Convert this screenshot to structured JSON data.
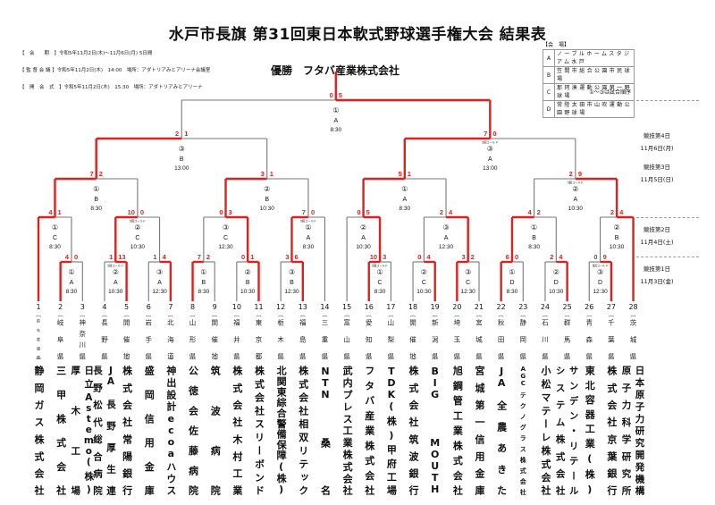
{
  "header": {
    "title": "水戸市長旗 第31回東日本軟式野球選手権大会 結果表",
    "info": [
      "【　会　　期　】令和5年11月2日(木)～11月6日(月) 5日間",
      "【 監 督 会 議 】令和5年11月2日(木)　14:00　場所：アダトリアみとアリーナ会議室",
      "【　開　会　式　】令和5年11月2日(木)　15:30　場所：アダトリアみとアリーナ"
    ],
    "venue_heading": "【会　場】",
    "venues": [
      {
        "key": "A",
        "name": "ノーブルホームスタジアム水戸"
      },
      {
        "key": "B",
        "name": "笠間市総合公園市民球場"
      },
      {
        "key": "C",
        "name": "那珂湊運動公園第一野球場"
      },
      {
        "key": "D",
        "name": "常陸太田市山吹運動公園野球場"
      }
    ],
    "order_note": "①～③は試合順序",
    "champion": "優勝　フタバ産業株式会社"
  },
  "days": [
    {
      "label": "競技第4日",
      "date": "11月6日(月)"
    },
    {
      "label": "競技第3日",
      "date": "11月5日(日)"
    },
    {
      "label": "競技第2日",
      "date": "11月4日(土)"
    },
    {
      "label": "競技第1日",
      "date": "11月3日(金)"
    }
  ],
  "colors": {
    "win": "#e0201e",
    "line": "#777777"
  },
  "teams": [
    {
      "no": "1",
      "pref": "前年度優勝",
      "name": [
        "静岡ガス株式会社"
      ]
    },
    {
      "no": "2",
      "pref": "岐阜県",
      "name": [
        "三甲株式会社"
      ]
    },
    {
      "no": "3",
      "pref": "神奈川県",
      "name": [
        "日立Astemo(株)",
        "厚木工場"
      ]
    },
    {
      "no": "4",
      "pref": "長野県",
      "name": [
        "JA長野厚生連",
        "長野松代総合病院"
      ]
    },
    {
      "no": "5",
      "pref": "開催地",
      "name": [
        "株式会社常陽銀行"
      ]
    },
    {
      "no": "6",
      "pref": "岩手県",
      "name": [
        "盛岡信用金庫"
      ]
    },
    {
      "no": "7",
      "pref": "北海道",
      "name": [
        "神出設計ecoaハウス"
      ]
    },
    {
      "no": "8",
      "pref": "山形県",
      "name": [
        "公徳会佐藤病院"
      ]
    },
    {
      "no": "9",
      "pref": "開催地",
      "name": [
        "筑波病院"
      ]
    },
    {
      "no": "10",
      "pref": "福井県",
      "name": [
        "株式会社木村工業"
      ]
    },
    {
      "no": "11",
      "pref": "東京都",
      "name": [
        "株式会社スリーボンド"
      ]
    },
    {
      "no": "12",
      "pref": "栃木県",
      "name": [
        "北関東綜合警備保障(株)"
      ]
    },
    {
      "no": "13",
      "pref": "福島県",
      "name": [
        "株式会社相双リテック"
      ]
    },
    {
      "no": "14",
      "pref": "三重県",
      "name": [
        "NTN桑名"
      ]
    },
    {
      "no": "15",
      "pref": "富山県",
      "name": [
        "武内プレス工業株式会社"
      ]
    },
    {
      "no": "16",
      "pref": "愛知県",
      "name": [
        "フタバ産業株式会社"
      ]
    },
    {
      "no": "17",
      "pref": "山梨県",
      "name": [
        "TDK(株)甲府工場"
      ]
    },
    {
      "no": "18",
      "pref": "開催地",
      "name": [
        "株式会社筑波銀行"
      ]
    },
    {
      "no": "19",
      "pref": "新潟県",
      "name": [
        "BIG MOUTH"
      ]
    },
    {
      "no": "20",
      "pref": "埼玉県",
      "name": [
        "旭鋼管工業株式会社"
      ]
    },
    {
      "no": "21",
      "pref": "宮城県",
      "name": [
        "宮城第一信用金庫"
      ]
    },
    {
      "no": "22",
      "pref": "秋田県",
      "name": [
        "JA全農あきた"
      ]
    },
    {
      "no": "23",
      "pref": "静岡県",
      "name": [
        "AGCテクノグラス株式会社"
      ]
    },
    {
      "no": "24",
      "pref": "石川県",
      "name": [
        "小松マテーレ株式会社"
      ]
    },
    {
      "no": "25",
      "pref": "群馬県",
      "name": [
        "サンデン・リテール",
        "システム株式会社"
      ]
    },
    {
      "no": "26",
      "pref": "青森県",
      "name": [
        "東北容器工業(株)"
      ]
    },
    {
      "no": "27",
      "pref": "千葉県",
      "name": [
        "株式会社京葉銀行"
      ]
    },
    {
      "no": "28",
      "pref": "茨城県",
      "name": [
        "日本原子力研究開発機構",
        "原子力科学研究所"
      ]
    }
  ],
  "bracket": {
    "order": "①",
    "venue": "A",
    "time": "8:30",
    "scores": [
      0,
      5
    ],
    "children": [
      {
        "order": "③",
        "venue": "B",
        "time": "13:00",
        "scores": [
          2,
          1
        ],
        "children": [
          {
            "order": "①",
            "venue": "B",
            "time": "8:30",
            "scores": [
              7,
              2
            ],
            "children": [
              {
                "order": "①",
                "venue": "C",
                "time": "8:30",
                "scores": [
                  4,
                  1
                ],
                "children": [
                  1,
                  {
                    "order": "①",
                    "venue": "A",
                    "time": "8:30",
                    "scores": [
                      4,
                      0
                    ],
                    "children": [
                      2,
                      3
                    ]
                  }
                ]
              },
              {
                "order": "②",
                "venue": "C",
                "time": "10:30",
                "scores": [
                  10,
                  0
                ],
                "note": "5回コールド",
                "children": [
                  {
                    "order": "②",
                    "venue": "A",
                    "time": "10:30",
                    "scores": [
                      1,
                      13
                    ],
                    "note": "5回コールド",
                    "children": [
                      4,
                      5
                    ]
                  },
                  {
                    "order": "③",
                    "venue": "A",
                    "time": "12:30",
                    "scores": [
                      1,
                      4
                    ],
                    "children": [
                      6,
                      7
                    ]
                  }
                ]
              }
            ]
          },
          {
            "order": "②",
            "venue": "B",
            "time": "10:30",
            "scores": [
              3,
              1
            ],
            "children": [
              {
                "order": "③",
                "venue": "C",
                "time": "12:30",
                "scores": [
                  0,
                  3
                ],
                "children": [
                  {
                    "order": "①",
                    "venue": "B",
                    "time": "8:30",
                    "scores": [
                      7,
                      2
                    ],
                    "children": [
                      8,
                      9
                    ]
                  },
                  {
                    "order": "②",
                    "venue": "B",
                    "time": "10:30",
                    "scores": [
                      0,
                      1
                    ],
                    "children": [
                      10,
                      11
                    ]
                  }
                ]
              },
              {
                "order": "①",
                "venue": "A",
                "time": "8:30",
                "scores": [
                  7,
                  0
                ],
                "note": "5回コールド",
                "children": [
                  {
                    "order": "③",
                    "venue": "B",
                    "time": "12:30",
                    "scores": [
                      3,
                      6
                    ],
                    "children": [
                      12,
                      13
                    ]
                  },
                  14
                ]
              }
            ]
          }
        ]
      },
      {
        "order": "③",
        "venue": "A",
        "time": "13:00",
        "scores": [
          7,
          0
        ],
        "note": "5回コールド",
        "children": [
          {
            "order": "①",
            "venue": "A",
            "time": "8:30",
            "scores": [
              5,
              1
            ],
            "children": [
              {
                "order": "②",
                "venue": "A",
                "time": "10:30",
                "scores": [
                  0,
                  5
                ],
                "children": [
                  15,
                  {
                    "order": "①",
                    "venue": "C",
                    "time": "8:30",
                    "scores": [
                      10,
                      3
                    ],
                    "note": "5回コールド",
                    "children": [
                      16,
                      17
                    ]
                  }
                ]
              },
              {
                "order": "③",
                "venue": "A",
                "time": "12:30",
                "scores": [
                  2,
                  4
                ],
                "children": [
                  {
                    "order": "②",
                    "venue": "C",
                    "time": "10:30",
                    "scores": [
                      0,
                      4
                    ],
                    "children": [
                      18,
                      19
                    ]
                  },
                  {
                    "order": "③",
                    "venue": "C",
                    "time": "12:30",
                    "scores": [
                      3,
                      2
                    ],
                    "children": [
                      20,
                      21
                    ]
                  }
                ]
              }
            ]
          },
          {
            "order": "②",
            "venue": "A",
            "time": "10:30",
            "scores": [
              2,
              9
            ],
            "note": "5回コールド",
            "children": [
              {
                "order": "①",
                "venue": "B",
                "time": "8:30",
                "scores": [
                  4,
                  2
                ],
                "children": [
                  {
                    "order": "①",
                    "venue": "D",
                    "time": "8:30",
                    "scores": [
                      6,
                      0
                    ],
                    "children": [
                      22,
                      23
                    ]
                  },
                  {
                    "order": "②",
                    "venue": "D",
                    "time": "10:30",
                    "scores": [
                      2,
                      4
                    ],
                    "children": [
                      24,
                      25
                    ]
                  }
                ]
              },
              {
                "order": "②",
                "venue": "B",
                "time": "10:30",
                "scores": [
                  2,
                  4
                ],
                "children": [
                  {
                    "order": "③",
                    "venue": "D",
                    "time": "12:30",
                    "scores": [
                      0,
                      9
                    ],
                    "note": "5回コールド",
                    "children": [
                      26,
                      27
                    ]
                  },
                  28
                ]
              }
            ]
          }
        ]
      }
    ]
  }
}
